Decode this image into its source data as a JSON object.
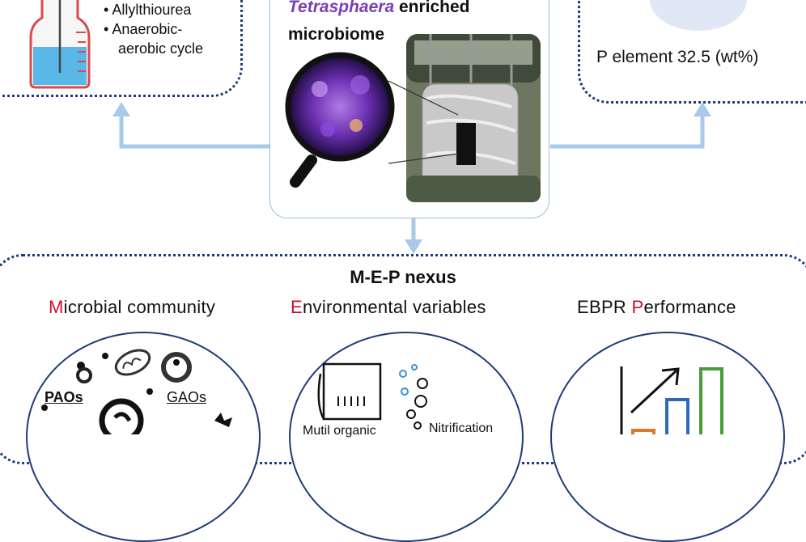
{
  "top_left": {
    "bullet_1": "Allylthiourea",
    "bullet_2_line1": "Anaerobic-",
    "bullet_2_line2": "aerobic cycle"
  },
  "top_center": {
    "title_line1_italic": "Tetrasphaera",
    "title_line1_rest": " enriched",
    "title_line2": "microbiome"
  },
  "top_right": {
    "label": "P element 32.5 (wt%)"
  },
  "nexus": {
    "title": "M-E-P nexus",
    "col1": {
      "initial": "M",
      "rest": "icrobial community"
    },
    "col2": {
      "initial": "E",
      "rest": "nvironmental variables"
    },
    "col3": {
      "prefix": "EBPR ",
      "initial": "P",
      "rest": "erformance"
    },
    "microbial_labels": {
      "paos": "PAOs",
      "gaos": "GAOs"
    },
    "env_labels": {
      "organic": "Mutil organic",
      "nitrification": "Nitrification"
    }
  },
  "colors": {
    "dotted_border": "#1f3a7a",
    "arrow": "#a9c9e8",
    "highlight_red": "#c8102e",
    "italic_purple": "#7b3fb5"
  }
}
